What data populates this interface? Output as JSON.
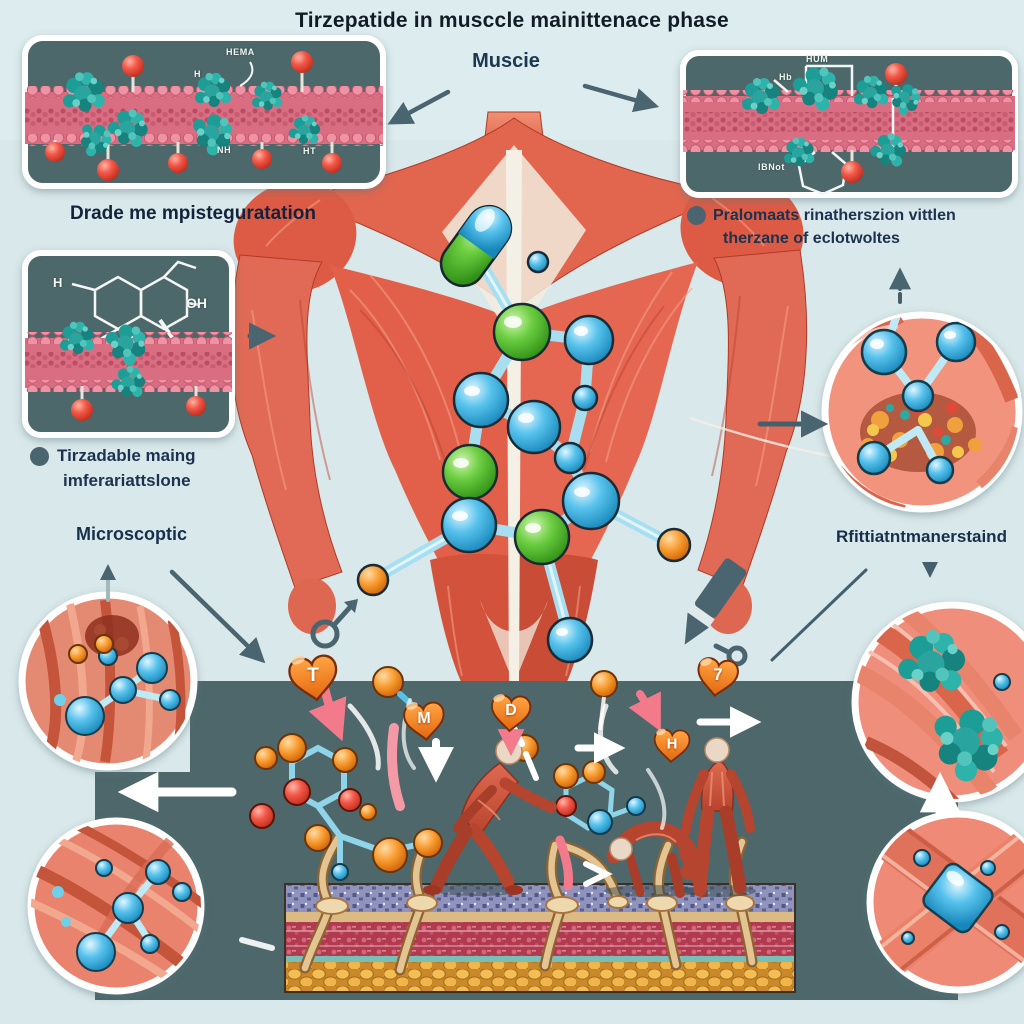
{
  "title": "Tirzepatide in musccle mainittenace phase",
  "center": {
    "muscle_label": "Muscie"
  },
  "top_left_panel": {
    "caption": "Drade me mpisteguratation",
    "annotations": [
      "HEMA",
      "H",
      "NH",
      "HT"
    ]
  },
  "top_right_panel": {
    "annotations": [
      "HUM",
      "Hb",
      "IBNot"
    ]
  },
  "left_chem_panel": {
    "annotations": [
      "H",
      "OH"
    ]
  },
  "bullets": {
    "right": {
      "line1": "Pralomaats rinatherszion vittlen",
      "line2": "therzane of eclotwoltes"
    },
    "left": {
      "line1": "Tirzadable maing",
      "line2": "imferariattslone"
    }
  },
  "side_labels": {
    "microscopic": "Microscoptic",
    "right_mid": "Rfittiatntmanerstaind"
  },
  "hearts": {
    "t": "T",
    "m": "M",
    "d": "D",
    "seven": "7",
    "h": "H"
  },
  "colors": {
    "background": "#d9e8ea",
    "panel_slate": "#4d676a",
    "membrane_pink": "#d96e82",
    "cluster_teal": "#2aa49e",
    "sphere_red": "#e8493a",
    "molecule_green": "#52bd35",
    "molecule_blue": "#3eb3e0",
    "molecule_orange": "#f08a1e",
    "heart_orange": "#f28322",
    "arrow_slate": "#4a6470",
    "text_navy": "#16304c",
    "muscle_red": "#d8553e"
  }
}
